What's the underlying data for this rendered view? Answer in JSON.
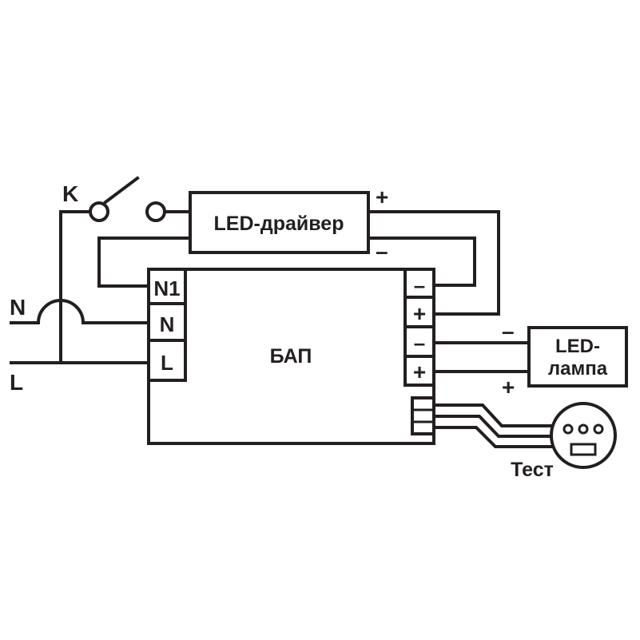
{
  "colors": {
    "ink": "#231f20",
    "background": "#ffffff"
  },
  "labels": {
    "switch": "K",
    "neutral": "N",
    "line": "L",
    "driver": "LED-драйвер",
    "driver_plus": "+",
    "driver_minus": "–",
    "bap": "БАП",
    "lamp_line1": "LED-",
    "lamp_line2": "лампа",
    "lamp_minus": "–",
    "lamp_plus": "+",
    "test": "Тест"
  },
  "terminals_left": [
    "N1",
    "N",
    "L"
  ],
  "terminals_right": [
    "–",
    "+",
    "–",
    "+"
  ],
  "icons": {
    "switch": "switch-contact-icon",
    "test": "test-button-icon",
    "crossover": "wire-crossover-icon"
  }
}
